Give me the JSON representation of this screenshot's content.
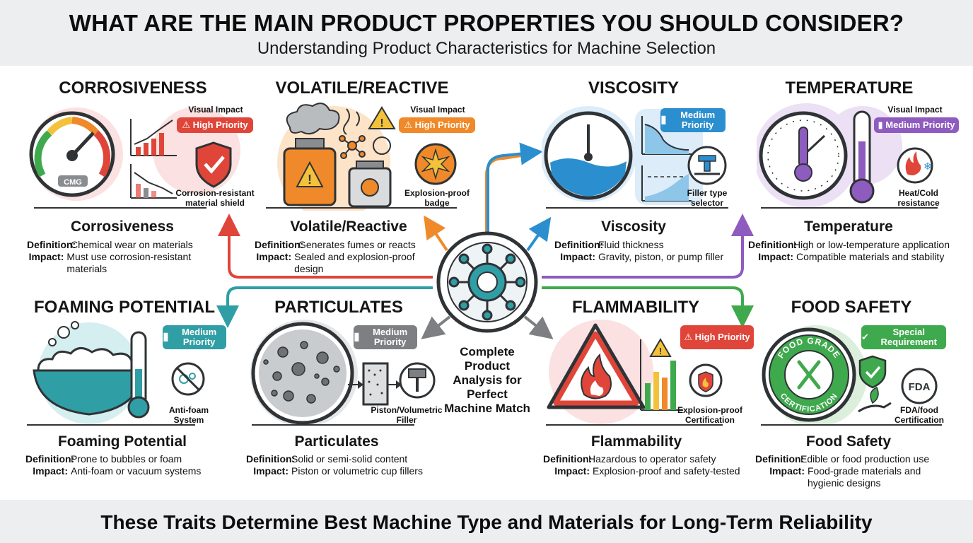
{
  "header": {
    "title": "WHAT ARE THE MAIN PRODUCT PROPERTIES YOU SHOULD CONSIDER?",
    "subtitle": "Understanding Product Characteristics for Machine Selection"
  },
  "footer": {
    "text": "These Traits Determine Best Machine Type and Materials for Long-Term Reliability"
  },
  "center": {
    "text": "Complete Product Analysis for Perfect Machine Match"
  },
  "labels": {
    "definition": "Definition:",
    "impact": "Impact:",
    "visual_impact": "Visual Impact"
  },
  "colors": {
    "red": "#e0453a",
    "orange": "#f0892a",
    "blue": "#2b8fcf",
    "purple": "#8e5bbf",
    "teal": "#2f9ea5",
    "gray": "#7d7f82",
    "green": "#3fa94d",
    "dark": "#2f3336"
  },
  "properties": {
    "corrosiveness": {
      "title": "CORROSIVENESS",
      "subtitle": "Corrosiveness",
      "definition": "Chemical wear on materials",
      "impact": "Must use corrosion-resistant materials",
      "priority": "High Priority",
      "gauge_label": "CMG",
      "caption": "Corrosion-resistant material shield",
      "icon": "gauge-icon"
    },
    "volatile": {
      "title": "VOLATILE/REACTIVE",
      "subtitle": "Volatile/Reactive",
      "definition": "Generates fumes or reacts",
      "impact": "Sealed and explosion-proof design",
      "priority": "High Priority",
      "caption": "Explosion-proof badge",
      "icon": "fume-jar-icon"
    },
    "viscosity": {
      "title": "VISCOSITY",
      "subtitle": "Viscosity",
      "definition": "Fluid thickness",
      "impact": "Gravity, piston, or pump filler",
      "priority": "Medium Priority",
      "caption": "Filler type selector",
      "icon": "flow-gauge-icon"
    },
    "temperature": {
      "title": "TEMPERATURE",
      "subtitle": "Temperature",
      "definition": "High or low-temperature application",
      "impact": "Compatible materials and stability",
      "priority": "Medium Priority",
      "caption": "Heat/Cold resistance",
      "icon": "thermometer-icon"
    },
    "foaming": {
      "title": "FOAMING POTENTIAL",
      "subtitle": "Foaming Potential",
      "definition": "Prone to bubbles or foam",
      "impact": "Anti-foam or vacuum systems",
      "priority": "Medium Priority",
      "caption": "Anti-foam System",
      "icon": "foam-bowl-icon"
    },
    "particulates": {
      "title": "PARTICULATES",
      "subtitle": "Particulates",
      "definition": "Solid or semi-solid content",
      "impact": "Piston or volumetric cup fillers",
      "priority": "Medium Priority",
      "caption": "Piston/Volumetric Filler",
      "icon": "particles-icon"
    },
    "flammability": {
      "title": "FLAMMABILITY",
      "subtitle": "Flammability",
      "definition": "Hazardous to operator safety",
      "impact": "Explosion-proof and safety-tested",
      "priority": "High Priority",
      "caption": "Explosion-proof Certification",
      "icon": "flame-warning-icon"
    },
    "food": {
      "title": "FOOD SAFETY",
      "subtitle": "Food Safety",
      "definition": "Edible or food production use",
      "impact": "Food-grade materials and hygienic designs",
      "priority": "Special Requirement",
      "seal_top": "FOOD GRADE",
      "seal_bottom": "CERTIFICATION",
      "fda": "FDA",
      "caption": "FDA/food Certification",
      "icon": "food-seal-icon"
    }
  }
}
